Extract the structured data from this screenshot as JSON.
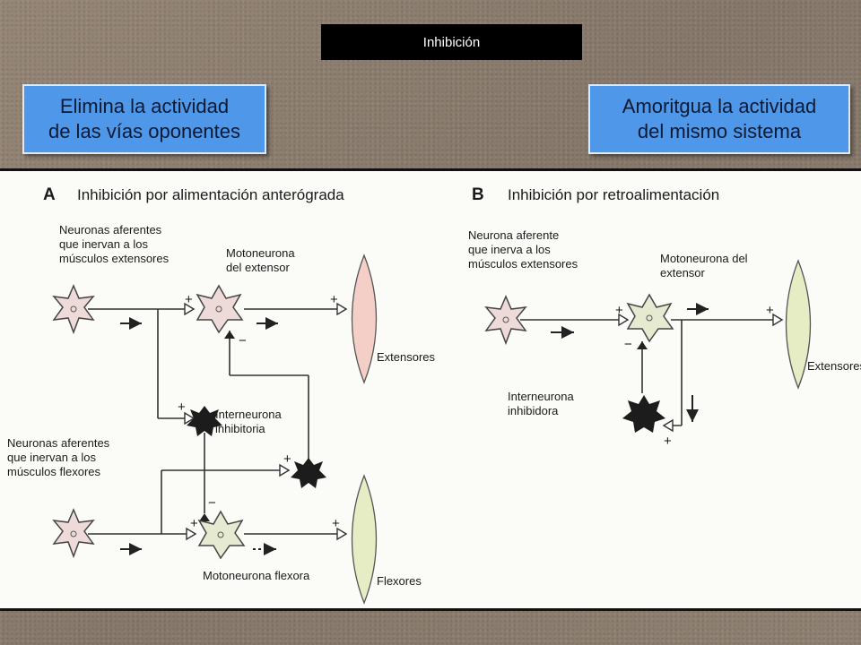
{
  "title": "Inhibición",
  "callouts": {
    "left": [
      "Elimina la actividad",
      "de las vías oponentes"
    ],
    "right": [
      "Amoritgua la actividad",
      "del mismo sistema"
    ]
  },
  "diagram": {
    "a": {
      "letter": "A",
      "heading": "Inhibición por alimentación anterógrada",
      "afferent_ext": [
        "Neuronas aferentes",
        "que inervan a los",
        "músculos extensores"
      ],
      "motor_ext": [
        "Motoneurona",
        "del extensor"
      ],
      "interneuron": [
        "Interneurona",
        "inhibitoria"
      ],
      "afferent_flex": [
        "Neuronas aferentes",
        "que inervan a los",
        "músculos flexores"
      ],
      "motor_flex": "Motoneurona flexora",
      "extensors": "Extensores",
      "flexors": "Flexores"
    },
    "b": {
      "letter": "B",
      "heading": "Inhibición por retroalimentación",
      "afferent": [
        "Neurona aferente",
        "que inerva a los",
        "músculos extensores"
      ],
      "motor": [
        "Motoneurona del",
        "extensor"
      ],
      "interneuron": [
        "Interneurona",
        "inhibidora"
      ],
      "extensors": "Extensores"
    },
    "signs": {
      "plus": "+",
      "minus": "−"
    }
  },
  "colors": {
    "callout_bg": "#4f97e8",
    "titlebar_bg": "#000000",
    "cell_pink": "#efdada",
    "cell_green": "#e6ead0",
    "muscle_pink": "#f3cfc8",
    "muscle_green": "#e6ecc4"
  }
}
